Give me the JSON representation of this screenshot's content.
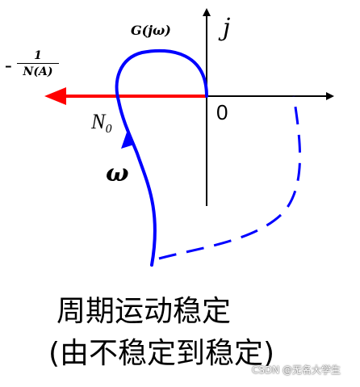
{
  "diagram": {
    "curve_label": "G(jω)",
    "imag_axis_label": "j",
    "origin_label": "0",
    "intersection_label": "N₀",
    "frequency_label": "ω",
    "describing_function": {
      "minus": "-",
      "numerator": "1",
      "denominator": "N(A)"
    },
    "caption_line1": "周期运动稳定",
    "caption_line2": "(由不稳定到稳定)",
    "watermark": "CSDN @无名大学生"
  },
  "colors": {
    "nyquist_curve": "#0000ff",
    "minus_inverse_nyquist": "#ff0000",
    "axes": "#000000",
    "background": "#ffffff"
  }
}
